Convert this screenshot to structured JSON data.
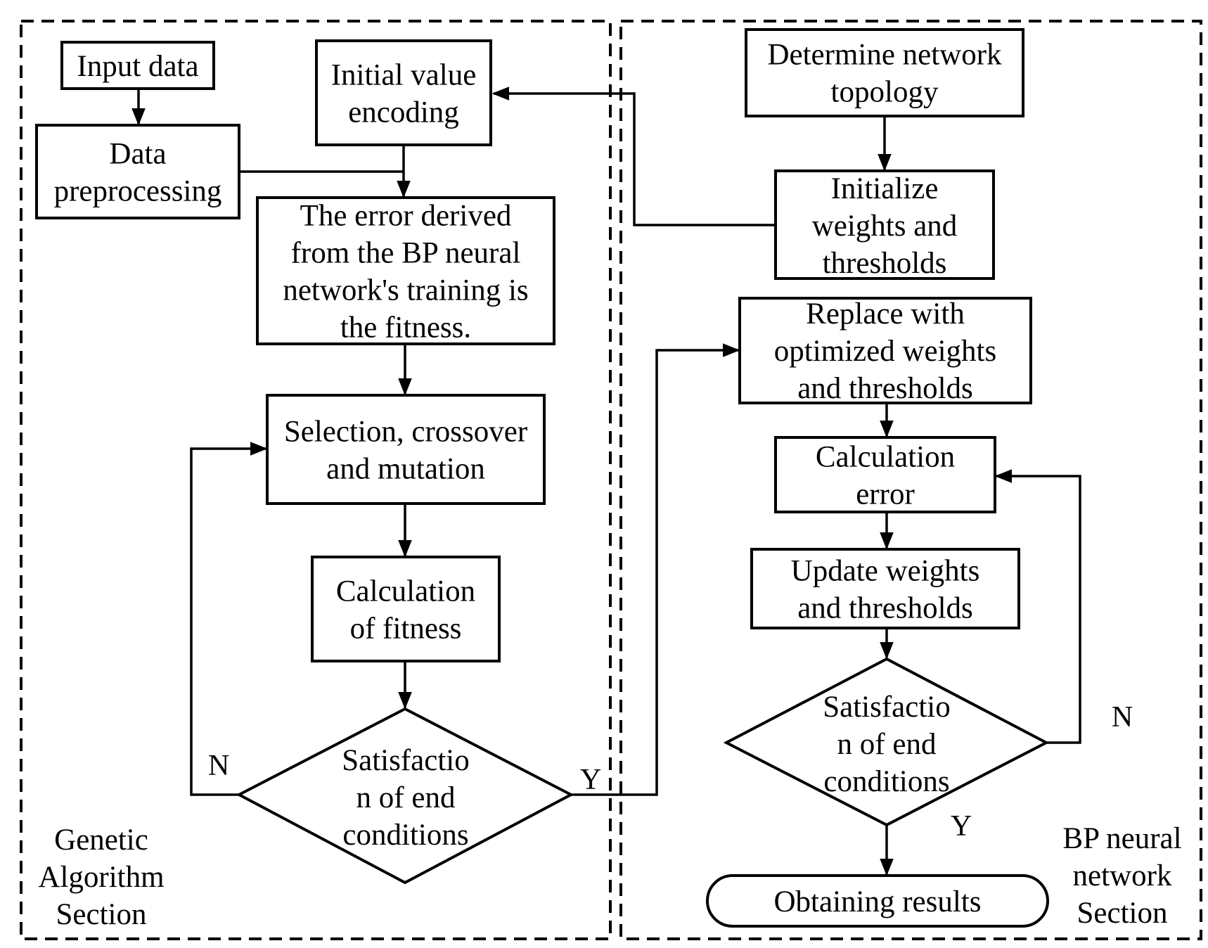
{
  "sections": {
    "genetic": [
      "Genetic",
      "Algorithm",
      "Section"
    ],
    "bp": [
      "BP neural",
      "network",
      "Section"
    ]
  },
  "nodes": {
    "input_data": [
      "Input data"
    ],
    "data_preprocessing": [
      "Data",
      "preprocessing"
    ],
    "initial_value_encoding": [
      "Initial value",
      "encoding"
    ],
    "fitness_error": [
      "The error derived",
      "from the BP neural",
      "network's training is",
      "the fitness."
    ],
    "selection": [
      "Selection, crossover",
      "and mutation"
    ],
    "calc_fitness": [
      "Calculation",
      "of fitness"
    ],
    "ga_decision": [
      "Satisfactio",
      "n of end",
      "conditions"
    ],
    "determine_topology": [
      "Determine network",
      "topology"
    ],
    "init_weights": [
      "Initialize",
      "weights and",
      "thresholds"
    ],
    "replace_weights": [
      "Replace with",
      "optimized weights",
      "and thresholds"
    ],
    "calc_error": [
      "Calculation",
      "error"
    ],
    "update_weights": [
      "Update weights",
      "and thresholds"
    ],
    "bp_decision": [
      "Satisfactio",
      "n of end",
      "conditions"
    ],
    "results": [
      "Obtaining results"
    ]
  },
  "edge_labels": {
    "ga_no": "N",
    "ga_yes": "Y",
    "bp_no": "N",
    "bp_yes": "Y"
  }
}
